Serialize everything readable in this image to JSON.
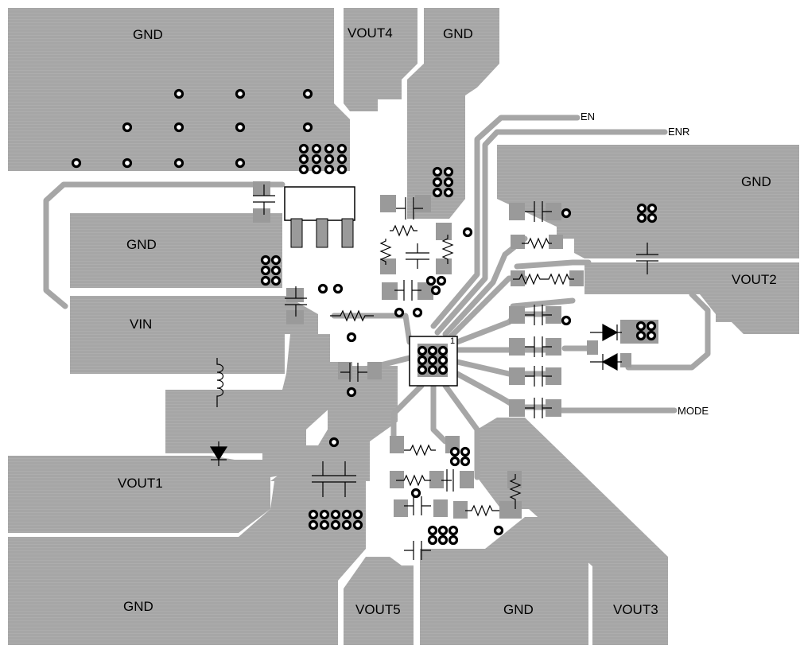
{
  "layout": {
    "net_labels": [
      "GND",
      "VOUT4",
      "GND",
      "GND",
      "GND",
      "VOUT2",
      "VIN",
      "VOUT1",
      "GND",
      "VOUT5",
      "GND",
      "VOUT3"
    ],
    "trace_labels": [
      "EN",
      "ENR",
      "MODE"
    ],
    "ic_pin1_marker": "1"
  },
  "colors": {
    "copper": "#a6a6a6",
    "pad": "#9a9a9a",
    "silkscreen": "#000000",
    "background": "#ffffff"
  }
}
